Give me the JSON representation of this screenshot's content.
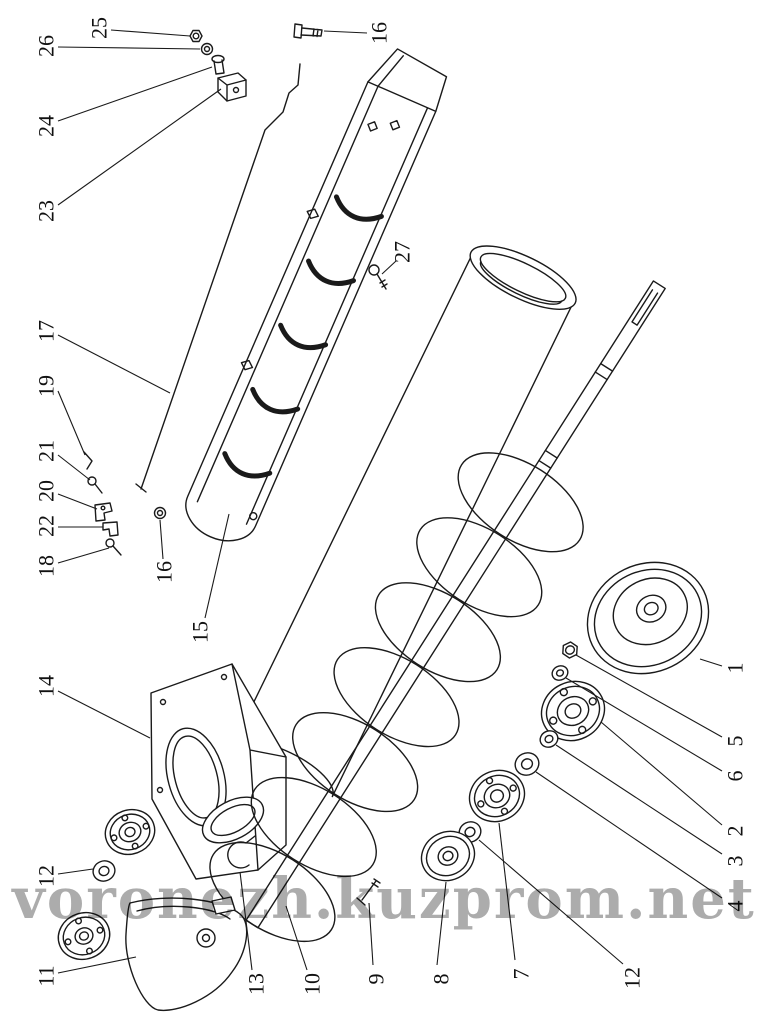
{
  "page": {
    "background": "#ffffff",
    "watermark_text": "voronezh.kuzprom.net",
    "watermark_color": "#909090"
  },
  "diagram": {
    "name": "auger-conveyor-exploded-parts-diagram",
    "line_color": "#1a1a1a",
    "label_font_size": 22,
    "part_numbers_visible": [
      "1",
      "2",
      "3",
      "4",
      "5",
      "6",
      "7",
      "8",
      "9",
      "10",
      "11",
      "12",
      "13",
      "14",
      "15",
      "16",
      "17",
      "18",
      "19",
      "20",
      "21",
      "22",
      "23",
      "24",
      "25",
      "26",
      "27"
    ],
    "callouts": [
      {
        "label": "25",
        "text": [
          99,
          28
        ],
        "line": [
          111,
          30,
          190,
          36
        ]
      },
      {
        "label": "26",
        "text": [
          46,
          46
        ],
        "line": [
          58,
          47,
          200,
          49
        ]
      },
      {
        "label": "24",
        "text": [
          46,
          126
        ],
        "line": [
          58,
          121,
          212,
          67
        ]
      },
      {
        "label": "23",
        "text": [
          46,
          211
        ],
        "line": [
          58,
          205,
          221,
          89
        ]
      },
      {
        "label": "16",
        "text": [
          379,
          33
        ],
        "line": [
          367,
          33,
          324,
          31
        ]
      },
      {
        "label": "27",
        "text": [
          402,
          252
        ],
        "line": [
          396,
          261,
          382,
          274
        ]
      },
      {
        "label": "17",
        "text": [
          46,
          331
        ],
        "line": [
          58,
          335,
          170,
          393
        ]
      },
      {
        "label": "19",
        "text": [
          46,
          386
        ],
        "line": [
          58,
          391,
          85,
          455
        ]
      },
      {
        "label": "21",
        "text": [
          46,
          451
        ],
        "line": [
          58,
          455,
          90,
          480
        ]
      },
      {
        "label": "20",
        "text": [
          46,
          491
        ],
        "line": [
          58,
          494,
          97,
          509
        ]
      },
      {
        "label": "22",
        "text": [
          46,
          526
        ],
        "line": [
          58,
          527,
          103,
          527
        ]
      },
      {
        "label": "18",
        "text": [
          46,
          566
        ],
        "line": [
          58,
          563,
          109,
          548
        ]
      },
      {
        "label": "16",
        "text": [
          164,
          572
        ],
        "line": [
          163,
          559,
          160,
          520
        ]
      },
      {
        "label": "15",
        "text": [
          200,
          632
        ],
        "line": [
          205,
          618,
          229,
          514
        ]
      },
      {
        "label": "14",
        "text": [
          46,
          686
        ],
        "line": [
          58,
          691,
          150,
          738
        ]
      },
      {
        "label": "12",
        "text": [
          46,
          876
        ],
        "line": [
          58,
          874,
          93,
          869
        ]
      },
      {
        "label": "11",
        "text": [
          46,
          976
        ],
        "line": [
          58,
          973,
          136,
          957
        ]
      },
      {
        "label": "13",
        "text": [
          256,
          984
        ],
        "line": [
          252,
          970,
          240,
          872
        ]
      },
      {
        "label": "10",
        "text": [
          312,
          984
        ],
        "line": [
          307,
          970,
          286,
          906
        ]
      },
      {
        "label": "9",
        "text": [
          376,
          979
        ],
        "line": [
          373,
          965,
          369,
          903
        ]
      },
      {
        "label": "8",
        "text": [
          441,
          979
        ],
        "line": [
          437,
          965,
          446,
          882
        ]
      },
      {
        "label": "7",
        "text": [
          521,
          974
        ],
        "line": [
          515,
          960,
          499,
          823
        ]
      },
      {
        "label": "12",
        "text": [
          632,
          978
        ],
        "line": [
          623,
          964,
          479,
          840
        ]
      },
      {
        "label": "4",
        "text": [
          735,
          906
        ],
        "line": [
          722,
          898,
          536,
          772
        ]
      },
      {
        "label": "3",
        "text": [
          735,
          861
        ],
        "line": [
          722,
          854,
          556,
          745
        ]
      },
      {
        "label": "2",
        "text": [
          735,
          831
        ],
        "line": [
          722,
          825,
          601,
          722
        ]
      },
      {
        "label": "6",
        "text": [
          735,
          776
        ],
        "line": [
          722,
          771,
          566,
          678
        ]
      },
      {
        "label": "5",
        "text": [
          735,
          741
        ],
        "line": [
          722,
          737,
          576,
          655
        ]
      },
      {
        "label": "1",
        "text": [
          735,
          668
        ],
        "line": [
          722,
          666,
          700,
          659
        ]
      }
    ]
  }
}
